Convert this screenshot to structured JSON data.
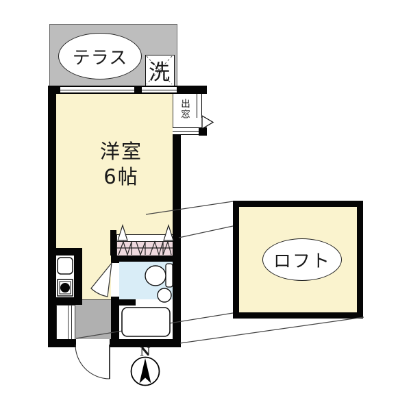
{
  "plan": {
    "terrace_label": "テラス",
    "washer_label": "洗",
    "main_room": {
      "name": "洋室",
      "size": "6帖"
    },
    "bay_window_label": "出窓",
    "loft_label": "ロフト",
    "compass_label": "N"
  },
  "colors": {
    "wall": "#050505",
    "room_cream": "#FAF3CE",
    "bathroom_blue": "#D9EDF7",
    "ladder_pink": "#EFD9DE",
    "terrace_gray": "#BDBDBD",
    "entrance_gray": "#B0B0B0",
    "line": "#444444",
    "background": "#FFFFFF"
  }
}
